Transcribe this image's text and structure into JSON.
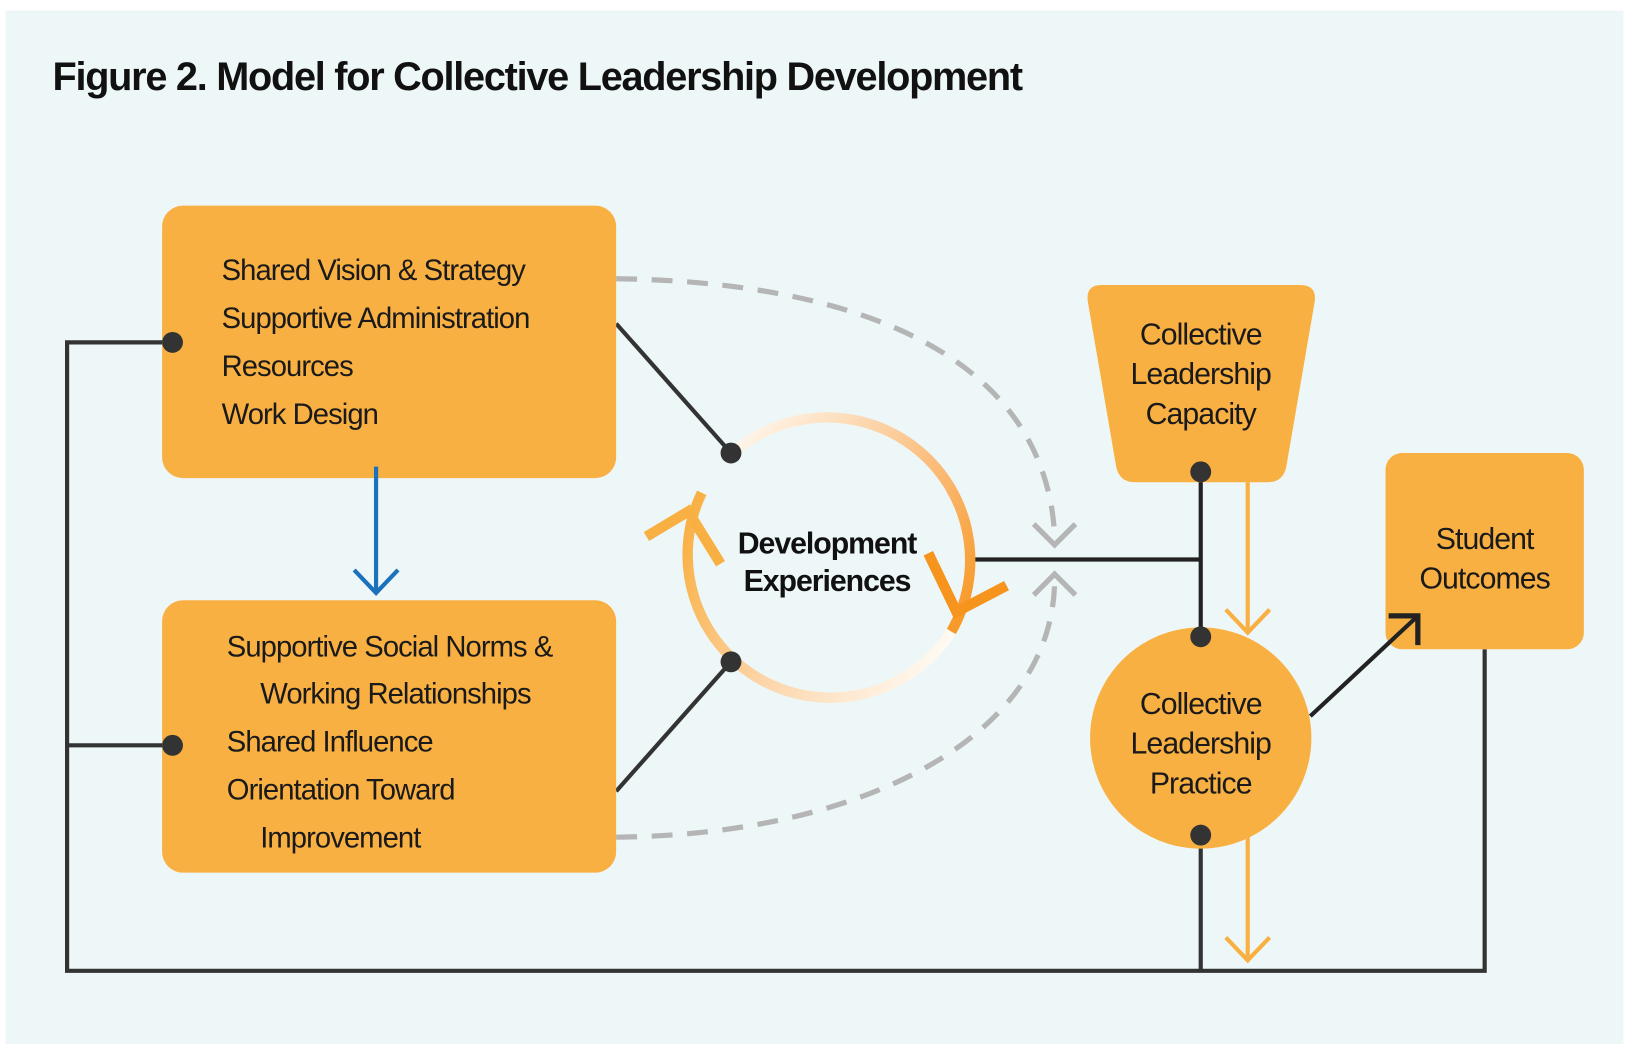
{
  "title": "Figure 2. Model for Collective Leadership Development",
  "conditions_box": {
    "lines": [
      "Shared Vision & Strategy",
      "Supportive Administration",
      "Resources",
      "Work Design"
    ]
  },
  "culture_box": {
    "lines": [
      "Supportive Social Norms &",
      "Working Relationships",
      "Shared Influence",
      "Orientation Toward",
      "Improvement"
    ]
  },
  "cycle": {
    "lines": [
      "Development",
      "Experiences"
    ]
  },
  "capacity": {
    "lines": [
      "Collective",
      "Leadership",
      "Capacity"
    ]
  },
  "practice": {
    "lines": [
      "Collective",
      "Leadership",
      "Practice"
    ]
  },
  "outcomes": {
    "lines": [
      "Student",
      "Outcomes"
    ]
  },
  "colors": {
    "background": "#eef7f8",
    "box": "#f9b043",
    "connector": "#333333",
    "blue_arrow": "#1a72bb",
    "dashed": "#b5b5b5",
    "cycle_orange": "#f7941d"
  }
}
